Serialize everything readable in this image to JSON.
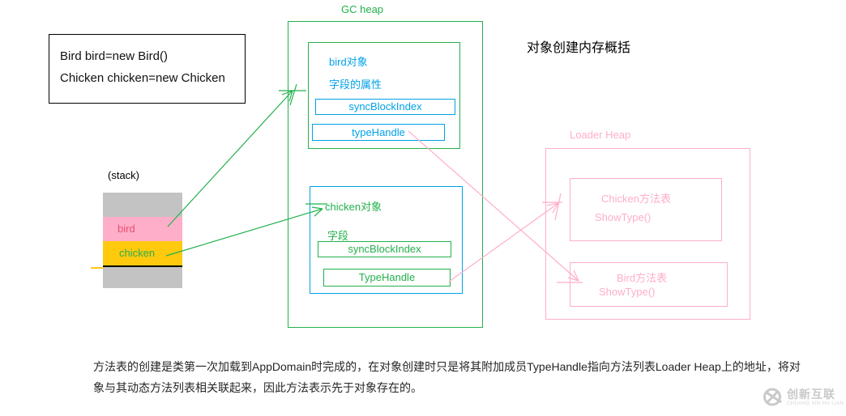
{
  "title": "对象创建内存概括",
  "code_box": {
    "line1": "Bird bird=new Bird()",
    "line2": "Chicken chicken=new Chicken"
  },
  "stack": {
    "label": "(stack)",
    "bird_row": "bird",
    "chicken_row": "chicken"
  },
  "gc_heap": {
    "label": "GC heap",
    "bird_object": {
      "title": "bird对象",
      "fields_label": "字段的属性",
      "sync_block": "syncBlockIndex",
      "type_handle": "typeHandle"
    },
    "chicken_object": {
      "title": "chicken对象",
      "fields_label": "字段",
      "sync_block": "syncBlockIndex",
      "type_handle": "TypeHandle"
    }
  },
  "loader_heap": {
    "label": "Loader Heap",
    "chicken_method_table": {
      "title": "Chicken方法表",
      "method": "ShowType()"
    },
    "bird_method_table": {
      "title": "Bird方法表",
      "method": "ShowType()"
    }
  },
  "footer": {
    "line1": "方法表的创建是类第一次加载到AppDomain时完成的，在对象创建时只是将其附加成员TypeHandle指向方法列表Loader Heap上的地址，将对",
    "line2": "象与其动态方法列表相关联起来，因此方法表示先于对象存在的。"
  },
  "watermark": {
    "name": "创新互联",
    "subtext": "CHUANG XIN HU LIAN"
  },
  "colors": {
    "green": "#22B14C",
    "blue": "#00A2E8",
    "pink": "#FFAEC9",
    "gold": "#FFC90E",
    "gray": "#C3C3C3",
    "bird_text": "#E8506E",
    "chicken_text": "#2DAE4F",
    "watermark_gray": "#C9C9C9"
  }
}
